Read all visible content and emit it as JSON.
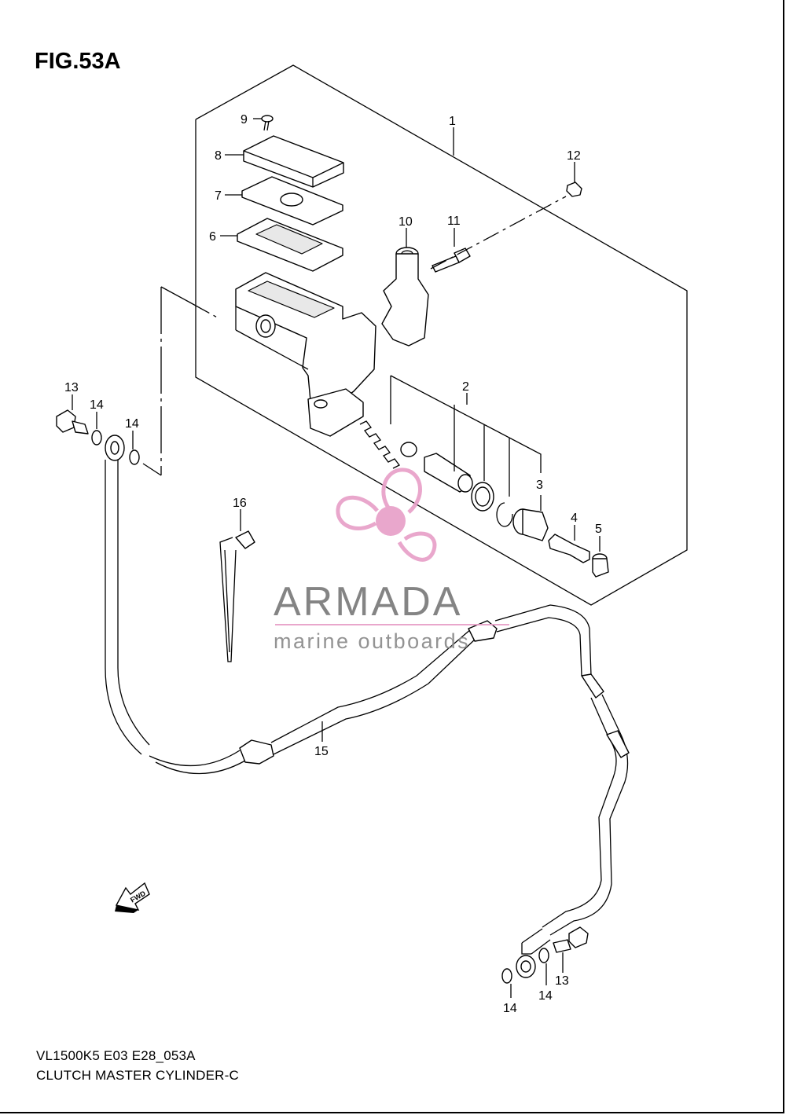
{
  "figure": {
    "title": "FIG.53A",
    "caption_code": "VL1500K5 E03 E28_053A",
    "caption_name": "CLUTCH MASTER CYLINDER-C"
  },
  "callouts": [
    "1",
    "2",
    "3",
    "4",
    "5",
    "6",
    "7",
    "8",
    "9",
    "10",
    "11",
    "12",
    "13",
    "14",
    "14",
    "15",
    "16",
    "14",
    "14",
    "13"
  ],
  "fwd_label": "FWD",
  "watermark": {
    "brand": "ARMADA",
    "tagline": "marine outboards",
    "colors": {
      "logo_pink": "#e8a0c8",
      "text_gray": "#7a7a7a"
    }
  }
}
